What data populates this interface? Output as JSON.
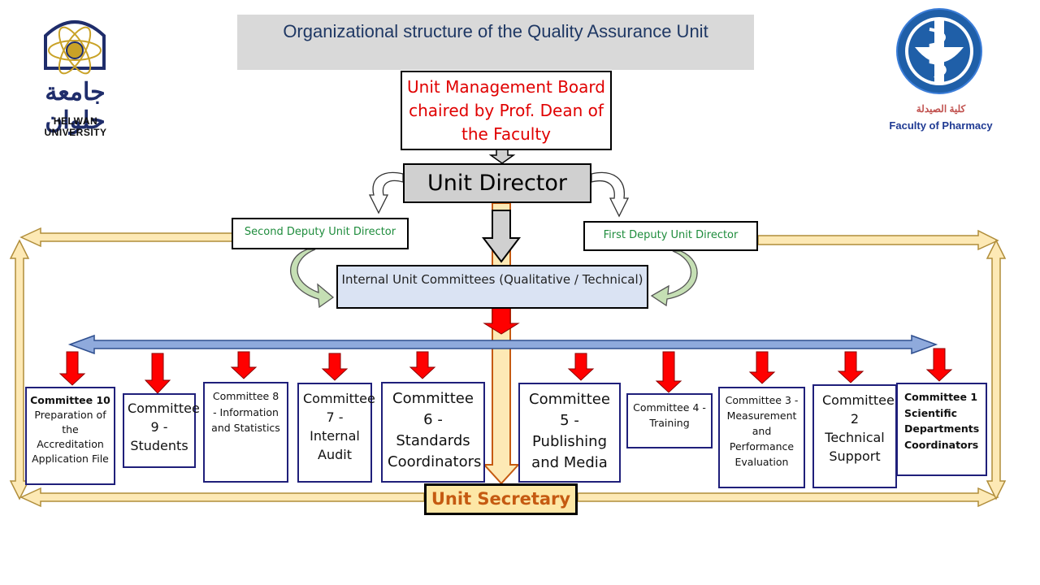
{
  "title": "Organizational structure of the Quality Assurance Unit",
  "management_board": "Unit Management Board chaired by Prof. Dean of the Faculty",
  "unit_director": "Unit Director",
  "second_deputy": "Second Deputy Unit Director",
  "first_deputy": "First Deputy Unit Director",
  "internal_committees": "Internal Unit Committees (Qualitative / Technical)",
  "unit_secretary": "Unit Secretary",
  "logos": {
    "left_arabic": "جامعة حلوان",
    "left_name": "HELWAN UNIVERSITY",
    "right_arabic": "كلية الصيدلة",
    "right_name": "Faculty of Pharmacy"
  },
  "committees": {
    "c10_title": "Committee 10",
    "c10_body": "Preparation of the Accreditation Application File",
    "c9": "Committee 9 - Students",
    "c8": "Committee 8 - Information and Statistics",
    "c7": "Committee 7 - Internal Audit",
    "c6": "Committee 6 - Standards Coordinators",
    "c5": "Committee 5 - Publishing and Media",
    "c4": "Committee 4 - Training",
    "c3": "Committee 3 - Measurement and Performance Evaluation",
    "c2": "Committee 2 Technical Support",
    "c1": "Committee 1 Scientific Departments Coordinators"
  },
  "colors": {
    "title_bg": "#d9d9d9",
    "management_text": "#e00000",
    "deputy_text": "#1e8c3c",
    "internal_bg": "#dae3f3",
    "secretary_bg": "#fde7a6",
    "secretary_text": "#c55a11",
    "red_arrow": "#ff0000",
    "blue_arrow": "#8faadc",
    "frame_arrow": "#fbe5a6"
  }
}
